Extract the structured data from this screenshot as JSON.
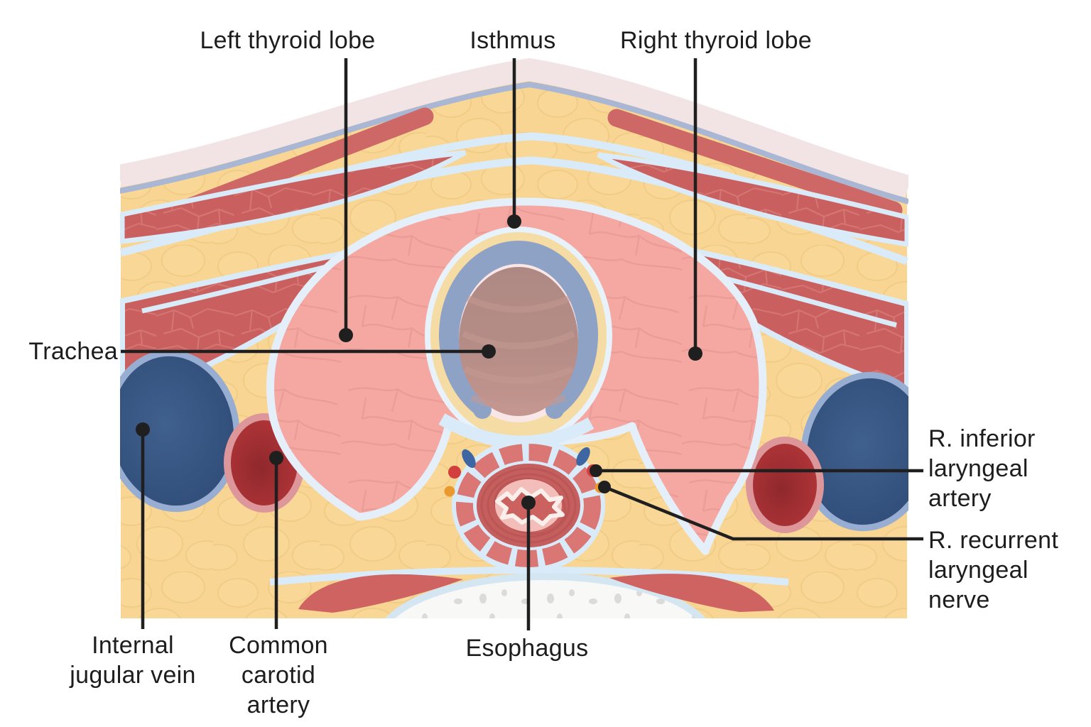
{
  "annotations": {
    "left_thyroid_lobe": {
      "lines": [
        "Left thyroid lobe"
      ]
    },
    "isthmus": {
      "lines": [
        "Isthmus"
      ]
    },
    "right_thyroid_lobe": {
      "lines": [
        "Right thyroid lobe"
      ]
    },
    "trachea": {
      "lines": [
        "Trachea"
      ]
    },
    "r_inferior_laryngeal_artery": {
      "lines": [
        "R. inferior",
        "laryngeal",
        "artery"
      ]
    },
    "r_recurrent_laryngeal_nerve": {
      "lines": [
        "R. recurrent",
        "laryngeal",
        "nerve"
      ]
    },
    "internal_jugular_vein": {
      "lines": [
        "Internal",
        "jugular vein"
      ]
    },
    "common_carotid_artery": {
      "lines": [
        "Common",
        "carotid",
        "artery"
      ]
    },
    "esophagus": {
      "lines": [
        "Esophagus"
      ]
    }
  },
  "colors": {
    "background": "#ffffff",
    "fat": "#f8d592",
    "skin": "#f2e4e5",
    "subcutaneous_line": "#a9b7d4",
    "fascia": "#d9eaf8",
    "muscle": "#c9605f",
    "thyroid": "#f5a8a1",
    "trachea_cartilage": "#8ea2c6",
    "trachea_lumen": "#b58d86",
    "esophagus_wall": "#da7674",
    "vein_blue": "#2f4c77",
    "artery_red": "#b23639",
    "nerve_orange": "#e9992d",
    "bone": "#f8f8f7",
    "leader": "#1f1f1f"
  }
}
